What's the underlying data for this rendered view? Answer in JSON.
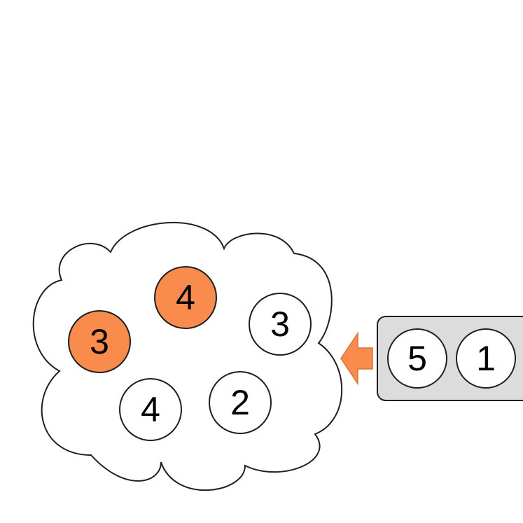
{
  "colors": {
    "highlight": "#f98c4d",
    "node_fill": "#ffffff",
    "stroke": "#1f1f1f",
    "queue_fill": "#dcdcdc",
    "arrow": "#f98c4d"
  },
  "cloud": {
    "nodes": [
      {
        "label": "4",
        "highlighted": true
      },
      {
        "label": "3",
        "highlighted": true
      },
      {
        "label": "3",
        "highlighted": false
      },
      {
        "label": "4",
        "highlighted": false
      },
      {
        "label": "2",
        "highlighted": false
      }
    ]
  },
  "queue": {
    "nodes": [
      {
        "label": "5"
      },
      {
        "label": "1"
      }
    ]
  },
  "icons": {
    "arrow": "arrow-left-icon",
    "cloud": "cloud-shape"
  }
}
